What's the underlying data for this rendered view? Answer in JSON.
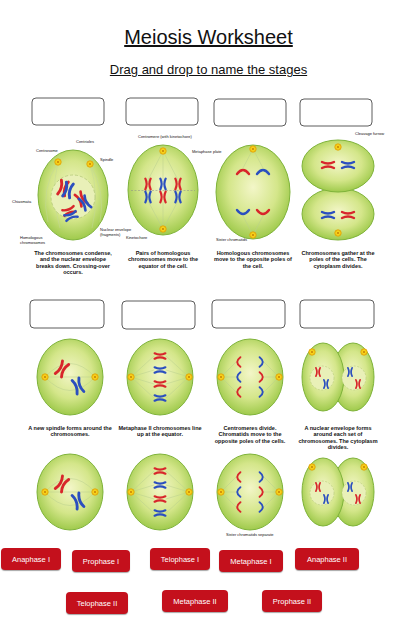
{
  "diagram": {
    "title": "Meiosis Worksheet",
    "nodes": [
      {
        "text": [
          "Anaphase I"
        ]
      },
      {
        "text": [
          "Prophase I"
        ]
      },
      {
        "text": [
          "Telophase I"
        ]
      },
      {
        "text": [
          "Metaphase I"
        ]
      },
      {
        "text": [
          "Anaphase II"
        ]
      },
      {
        "text": [
          "Telophase II"
        ]
      },
      {
        "text": [
          "Metaphase II"
        ]
      },
      {
        "text": [
          "Prophase II"
        ]
      }
    ],
    "labels": [
      "Drag and drop to name the stages",
      "Centrosome",
      "Centrioles",
      "Spindle",
      "Chiasmata",
      "Homologous chromosomes",
      "Nuclear envelope (fragments)",
      "Centromere (with kinetochore)",
      "Metaphase plate",
      "Kinetochore",
      "Sister chromatids",
      "Cleavage furrow",
      "The chromosomes condense, and the nuclear envelope breaks down. Crossing-over occurs.",
      "Pairs of homologous chromosomes move to the equator of the cell.",
      "Homologous chromosomes move to the opposite poles of the cell.",
      "Chromosomes gather at the poles of the cells. The cytoplasm divides.",
      "A new spindle forms around the chromosomes.",
      "Metaphase II chromosomes line up at the equator.",
      "Centromeres divide. Chromatids move to the opposite poles of the cells.",
      "A nuclear envelope forms around each set of chromosomes. The cytoplasm divides.",
      "Sister chromatids separate"
    ]
  }
}
